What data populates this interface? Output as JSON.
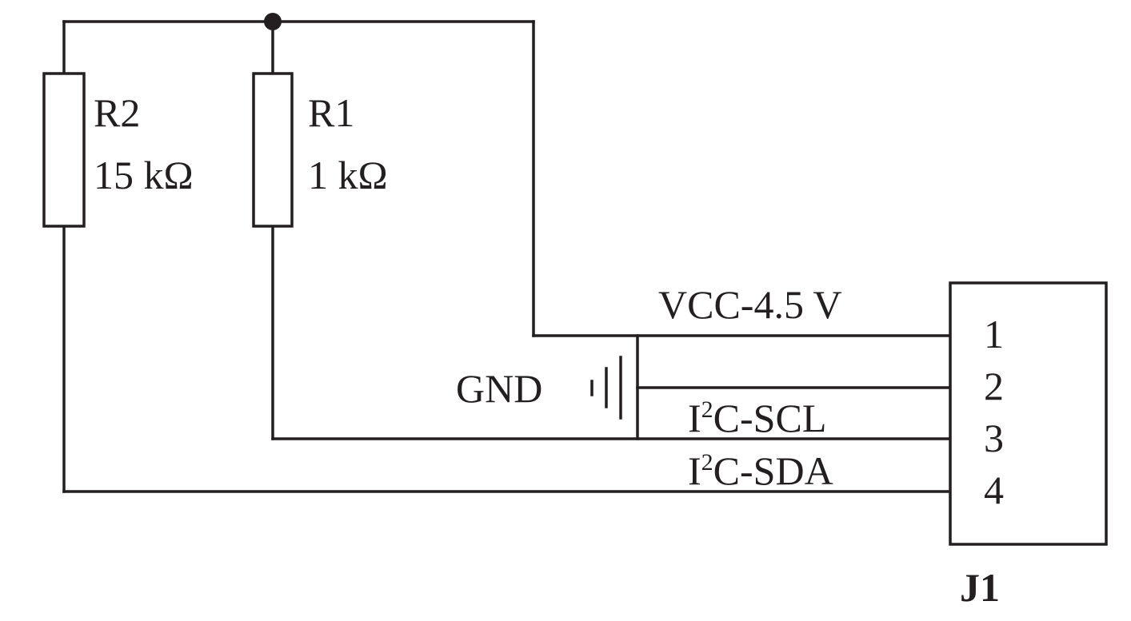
{
  "diagram": {
    "resistors": [
      {
        "ref": "R2",
        "value": "15 kΩ"
      },
      {
        "ref": "R1",
        "value": "1 kΩ"
      }
    ],
    "connector": {
      "ref": "J1",
      "pins": [
        "1",
        "2",
        "3",
        "4"
      ]
    },
    "nets": {
      "vcc": "VCC-4.5 V",
      "gnd": "GND",
      "scl": {
        "prefix": "I",
        "superscript": "2",
        "suffix": "C-SCL"
      },
      "sda": {
        "prefix": "I",
        "superscript": "2",
        "suffix": "C-SDA"
      }
    }
  }
}
